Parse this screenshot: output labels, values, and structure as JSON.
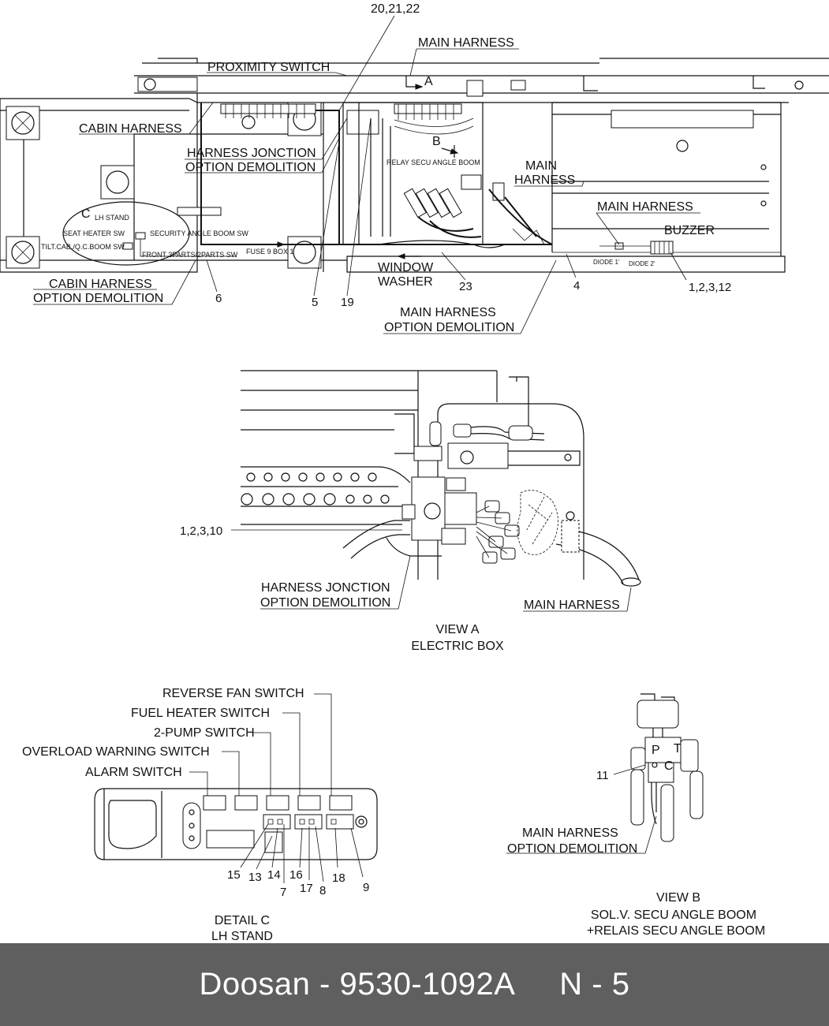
{
  "main_view": {
    "labels": {
      "ref_20_21_22": "20,21,22",
      "main_harness_top": "MAIN HARNESS",
      "proximity_switch": "PROXIMITY SWITCH",
      "view_a_marker": "A",
      "cabin_harness": "CABIN HARNESS",
      "harness_jonction_1": "HARNESS JONCTION",
      "option_demolition_1": "OPTION DEMOLITION",
      "view_b_marker": "B",
      "relay_secu": "RELAY SECU ANGLE BOOM",
      "main_1": "MAIN",
      "harness_1": "HARNESS",
      "main_harness_right": "MAIN HARNESS",
      "buzzer": "BUZZER",
      "detail_c_marker": "C",
      "lh_stand_small": "LH STAND",
      "seat_heater_sw": "SEAT HEATER SW",
      "security_angle_boom_sw": "SECURITY ANGLE BOOM SW",
      "tilt_cab": "TILT.CAB./Q.C.BOOM SW",
      "front_3parts": "FRONT 3PARTS/2PARTS SW",
      "fuse_9_box_1": "FUSE 9 BOX 1",
      "window": "WINDOW",
      "washer": "WASHER",
      "diode_1": "DIODE 1'",
      "diode_2": "DIODE 2'",
      "cabin_harness_2": "CABIN HARNESS",
      "option_demolition_2": "OPTION DEMOLITION",
      "ref_6": "6",
      "ref_5": "5",
      "ref_19": "19",
      "ref_23": "23",
      "ref_4": "4",
      "ref_1_2_3_12": "1,2,3,12",
      "main_harness_3": "MAIN HARNESS",
      "option_demolition_3": "OPTION DEMOLITION"
    }
  },
  "view_a": {
    "ref_1_2_3_10": "1,2,3,10",
    "harness_jonction": "HARNESS JONCTION",
    "option_demolition": "OPTION DEMOLITION",
    "main_harness": "MAIN HARNESS",
    "title_1": "VIEW A",
    "title_2": "ELECTRIC BOX"
  },
  "detail_c": {
    "reverse_fan_switch": "REVERSE FAN SWITCH",
    "fuel_heater_switch": "FUEL HEATER SWITCH",
    "two_pump_switch": "2-PUMP SWITCH",
    "overload_warning_switch": "OVERLOAD WARNING SWITCH",
    "alarm_switch": "ALARM SWITCH",
    "refs": [
      "15",
      "13",
      "14",
      "7",
      "16",
      "17",
      "8",
      "18",
      "9"
    ],
    "title_1": "DETAIL  C",
    "title_2": "LH STAND"
  },
  "view_b": {
    "port_p": "P",
    "port_t": "T",
    "port_c": "C",
    "ref_11": "11",
    "main_harness": "MAIN HARNESS",
    "option_demolition": "OPTION DEMOLITION",
    "title_1": "VIEW B",
    "title_2": "SOL.V. SECU ANGLE BOOM",
    "title_3": "+RELAIS SECU ANGLE BOOM"
  },
  "footer": {
    "title": "Doosan - 9530-1092A     N - 5"
  }
}
